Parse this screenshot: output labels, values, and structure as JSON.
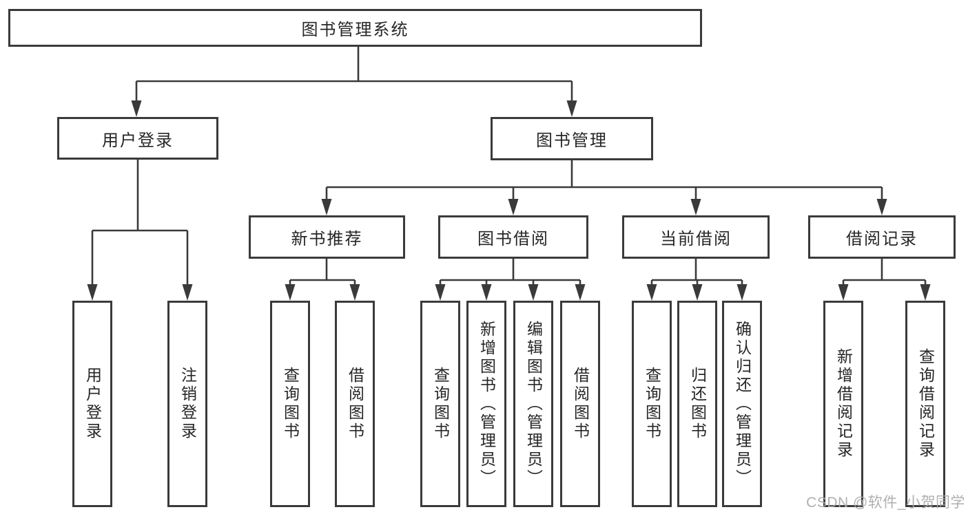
{
  "diagram_title": "图书管理系统",
  "tree": {
    "label": "图书管理系统",
    "children": [
      {
        "label": "用户登录",
        "children": [
          {
            "label": "用户登录"
          },
          {
            "label": "注销登录"
          }
        ]
      },
      {
        "label": "图书管理",
        "children": [
          {
            "label": "新书推荐",
            "children": [
              {
                "label": "查询图书"
              },
              {
                "label": "借阅图书"
              }
            ]
          },
          {
            "label": "图书借阅",
            "children": [
              {
                "label": "查询图书"
              },
              {
                "label": "新增图书（管理员）"
              },
              {
                "label": "编辑图书（管理员）"
              },
              {
                "label": "借阅图书"
              }
            ]
          },
          {
            "label": "当前借阅",
            "children": [
              {
                "label": "查询图书"
              },
              {
                "label": "归还图书"
              },
              {
                "label": "确认归还（管理员）"
              }
            ]
          },
          {
            "label": "借阅记录",
            "children": [
              {
                "label": "新增借阅记录"
              },
              {
                "label": "查询借阅记录"
              }
            ]
          }
        ]
      }
    ]
  },
  "watermark": "CSDN @软件_小贺同学",
  "colors": {
    "line": "#3a3a3a",
    "text": "#262626",
    "background": "#ffffff",
    "watermark": "#a8a8a8"
  }
}
